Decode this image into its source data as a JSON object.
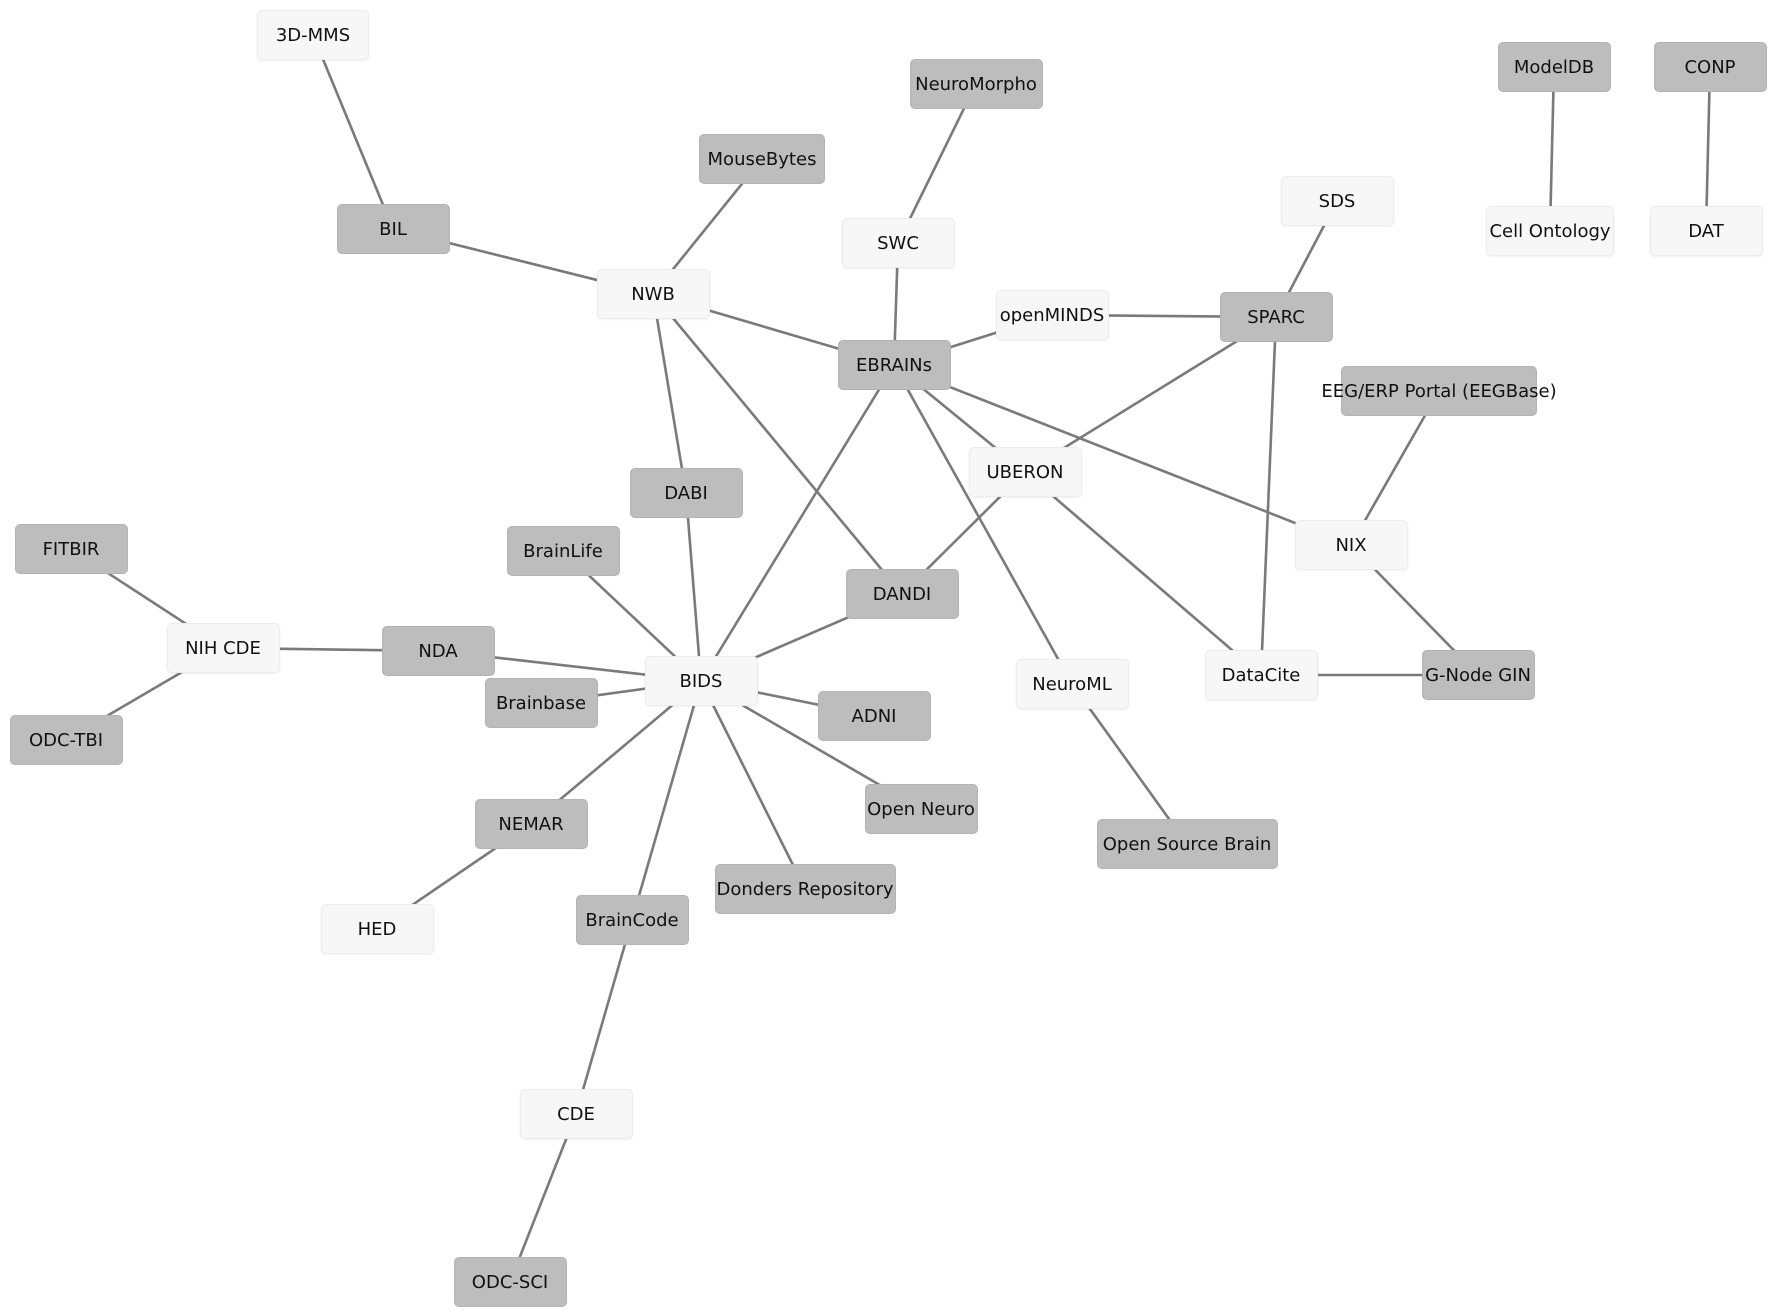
{
  "nodes": [
    {
      "id": "3dmms",
      "label": "3D-MMS",
      "style": "light"
    },
    {
      "id": "neuromorpho",
      "label": "NeuroMorpho",
      "style": "dark"
    },
    {
      "id": "modeldb",
      "label": "ModelDB",
      "style": "dark"
    },
    {
      "id": "conp",
      "label": "CONP",
      "style": "dark"
    },
    {
      "id": "mousebytes",
      "label": "MouseBytes",
      "style": "dark"
    },
    {
      "id": "sds",
      "label": "SDS",
      "style": "light"
    },
    {
      "id": "bil",
      "label": "BIL",
      "style": "dark"
    },
    {
      "id": "cellontology",
      "label": "Cell Ontology",
      "style": "light"
    },
    {
      "id": "dat",
      "label": "DAT",
      "style": "light"
    },
    {
      "id": "swc",
      "label": "SWC",
      "style": "light"
    },
    {
      "id": "nwb",
      "label": "NWB",
      "style": "light"
    },
    {
      "id": "openminds",
      "label": "openMINDS",
      "style": "light"
    },
    {
      "id": "sparc",
      "label": "SPARC",
      "style": "dark"
    },
    {
      "id": "ebrains",
      "label": "EBRAINs",
      "style": "dark"
    },
    {
      "id": "eegerp",
      "label": "EEG/ERP Portal (EEGBase)",
      "style": "dark"
    },
    {
      "id": "uberon",
      "label": "UBERON",
      "style": "light"
    },
    {
      "id": "dabi",
      "label": "DABI",
      "style": "dark"
    },
    {
      "id": "fitbir",
      "label": "FITBIR",
      "style": "dark"
    },
    {
      "id": "brainlife",
      "label": "BrainLife",
      "style": "dark"
    },
    {
      "id": "nix",
      "label": "NIX",
      "style": "light"
    },
    {
      "id": "dandi",
      "label": "DANDI",
      "style": "dark"
    },
    {
      "id": "nihcde",
      "label": "NIH CDE",
      "style": "light"
    },
    {
      "id": "nda",
      "label": "NDA",
      "style": "dark"
    },
    {
      "id": "bids",
      "label": "BIDS",
      "style": "light"
    },
    {
      "id": "datacite",
      "label": "DataCite",
      "style": "light"
    },
    {
      "id": "gnodegin",
      "label": "G-Node GIN",
      "style": "dark"
    },
    {
      "id": "neuroml",
      "label": "NeuroML",
      "style": "light"
    },
    {
      "id": "brainbase",
      "label": "Brainbase",
      "style": "dark"
    },
    {
      "id": "adni",
      "label": "ADNI",
      "style": "dark"
    },
    {
      "id": "odctbi",
      "label": "ODC-TBI",
      "style": "dark"
    },
    {
      "id": "openneuro",
      "label": "Open Neuro",
      "style": "dark"
    },
    {
      "id": "nemar",
      "label": "NEMAR",
      "style": "dark"
    },
    {
      "id": "opensourcebrain",
      "label": "Open Source Brain",
      "style": "dark"
    },
    {
      "id": "donders",
      "label": "Donders Repository",
      "style": "dark"
    },
    {
      "id": "braincode",
      "label": "BrainCode",
      "style": "dark"
    },
    {
      "id": "hed",
      "label": "HED",
      "style": "light"
    },
    {
      "id": "cde",
      "label": "CDE",
      "style": "light"
    },
    {
      "id": "odcsci",
      "label": "ODC-SCI",
      "style": "dark"
    }
  ],
  "edges": [
    [
      "3dmms",
      "bil"
    ],
    [
      "bil",
      "nwb"
    ],
    [
      "mousebytes",
      "nwb"
    ],
    [
      "nwb",
      "ebrains"
    ],
    [
      "nwb",
      "dabi"
    ],
    [
      "nwb",
      "dandi"
    ],
    [
      "neuromorpho",
      "swc"
    ],
    [
      "swc",
      "ebrains"
    ],
    [
      "ebrains",
      "openminds"
    ],
    [
      "openminds",
      "sparc"
    ],
    [
      "sds",
      "sparc"
    ],
    [
      "sparc",
      "uberon"
    ],
    [
      "sparc",
      "datacite"
    ],
    [
      "ebrains",
      "uberon"
    ],
    [
      "ebrains",
      "nix"
    ],
    [
      "ebrains",
      "bids"
    ],
    [
      "ebrains",
      "neuroml"
    ],
    [
      "uberon",
      "dandi"
    ],
    [
      "uberon",
      "datacite"
    ],
    [
      "eegerp",
      "nix"
    ],
    [
      "nix",
      "gnodegin"
    ],
    [
      "datacite",
      "gnodegin"
    ],
    [
      "dabi",
      "bids"
    ],
    [
      "brainlife",
      "bids"
    ],
    [
      "dandi",
      "bids"
    ],
    [
      "fitbir",
      "nihcde"
    ],
    [
      "odctbi",
      "nihcde"
    ],
    [
      "nihcde",
      "nda"
    ],
    [
      "nda",
      "bids"
    ],
    [
      "brainbase",
      "bids"
    ],
    [
      "bids",
      "adni"
    ],
    [
      "bids",
      "openneuro"
    ],
    [
      "bids",
      "nemar"
    ],
    [
      "bids",
      "donders"
    ],
    [
      "bids",
      "braincode"
    ],
    [
      "nemar",
      "hed"
    ],
    [
      "braincode",
      "cde"
    ],
    [
      "cde",
      "odcsci"
    ],
    [
      "neuroml",
      "opensourcebrain"
    ],
    [
      "modeldb",
      "cellontology"
    ],
    [
      "conp",
      "dat"
    ]
  ]
}
